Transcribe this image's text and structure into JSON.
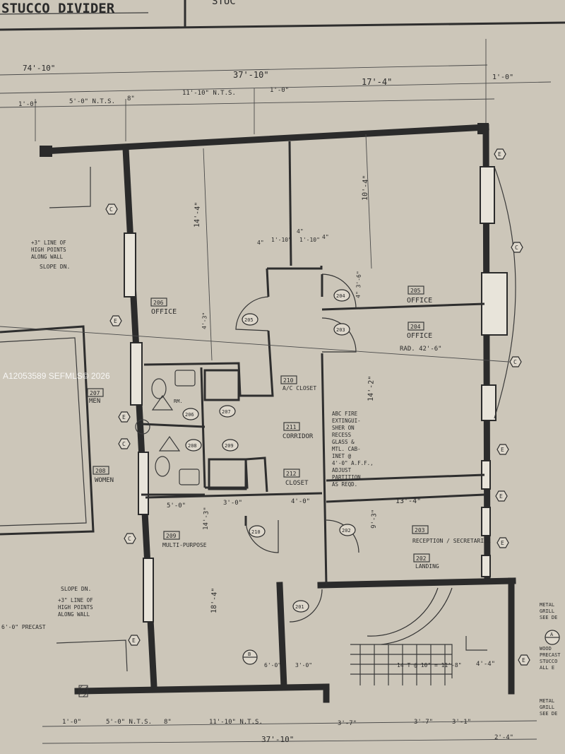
{
  "title_block": {
    "stucco_divider": "STUCCO DIVIDER",
    "right_fragment": "STUC"
  },
  "watermark": "A12053589 SEFMLS© 2026",
  "dimensions": {
    "left_overall": "74'-10\"",
    "top_overall": "37'-10\"",
    "top_right": "17'-4\"",
    "top_1_0_right": "1'-0\"",
    "top_1_0_left": "1'-0\"",
    "top_5_0": "5'-0\" N.T.S.",
    "top_8": "8\"",
    "top_11_10": "11'-10\" N.T.S.",
    "top_1_0_mid": "1'-0\"",
    "office_height": "14'-4\"",
    "right_room_height": "10'-4\"",
    "d_4a": "4\"",
    "d_1_10a": "1'-10\"",
    "d_4b": "4\"",
    "d_1_10b": "1'-10\"",
    "d_4c": "4\"",
    "d_4_3_6": "4\" 3'-6\"",
    "d_4_3": "4'-3\"",
    "d_14_2": "14'-2\"",
    "d_13_4": "13'-4\"",
    "d_4_0": "4'-0\"",
    "d_5_0": "5'-0\"",
    "d_3_0": "3'-0\"",
    "d_9_3": "9'-3\"",
    "d_14_3": "14'-3\"",
    "d_18_4": "18'-4\"",
    "rad": "RAD. 42'-6\"",
    "bottom_overall": "37'-10\"",
    "bottom_1_0": "1'-0\"",
    "bottom_5_0": "5'-0\" N.T.S.",
    "bottom_8": "8\"",
    "bottom_11_10": "11'-10\" N.T.S.",
    "bottom_3_7": "3'-7\"",
    "bottom_2_4": "2'-4\"",
    "bottom_3_7b": "3'-7\"",
    "bottom_3_1": "3'-1\"",
    "stair": "14 T @ 10\" = 11'-8\"",
    "d_4_4": "4'-4\"",
    "d_6_0": "6'-0\"",
    "d_3_0b": "3'-0\""
  },
  "rooms": [
    {
      "num": "206",
      "name": "OFFICE"
    },
    {
      "num": "205",
      "name": "OFFICE"
    },
    {
      "num": "204",
      "name": "OFFICE"
    },
    {
      "num": "210",
      "name": "A/C CLOSET"
    },
    {
      "num": "211",
      "name": "CORRIDOR"
    },
    {
      "num": "212",
      "name": "CLOSET"
    },
    {
      "num": "207",
      "name": "MEN"
    },
    {
      "num": "208",
      "name": "WOMEN"
    },
    {
      "num": "209",
      "name": "MULTI-PURPOSE"
    },
    {
      "num": "203",
      "name": "RECEPTION / SECRETARIAL"
    },
    {
      "num": "202",
      "name": "LANDING"
    }
  ],
  "doors": [
    "205",
    "204",
    "203",
    "206",
    "208",
    "207",
    "209",
    "210",
    "202",
    "201"
  ],
  "notes": {
    "fire_ext": [
      "ABC FIRE",
      "EXTINGUI-",
      "SHER ON",
      "RECESS",
      "GLASS &",
      "MTL. CAB-",
      "INET @",
      "4'-0\" A.F.F.,",
      "ADJUST",
      "PARTITION",
      "AS REQD."
    ],
    "slope_dn_top": "SLOPE DN.",
    "high_points": [
      "+3\" LINE OF",
      "HIGH POINTS",
      "ALONG WALL"
    ],
    "slope_dn_bottom": "SLOPE DN.",
    "high_points_bottom": [
      "+3\" LINE OF",
      "HIGH POINTS",
      "ALONG WALL"
    ],
    "precast": "6'-0\" PRECAST",
    "metal_right": [
      "METAL",
      "GRILL",
      "SEE DE"
    ],
    "wood_right": [
      "WOOD",
      "PRECAST",
      "STUCCO",
      "ALL E"
    ],
    "metal_bottom": [
      "METAL",
      "GRILL",
      "SEE DE"
    ]
  },
  "grid_markers": [
    "C",
    "C",
    "C",
    "E",
    "C",
    "E",
    "C",
    "E",
    "E",
    "E",
    "E",
    "E",
    "E",
    "A",
    "B"
  ]
}
